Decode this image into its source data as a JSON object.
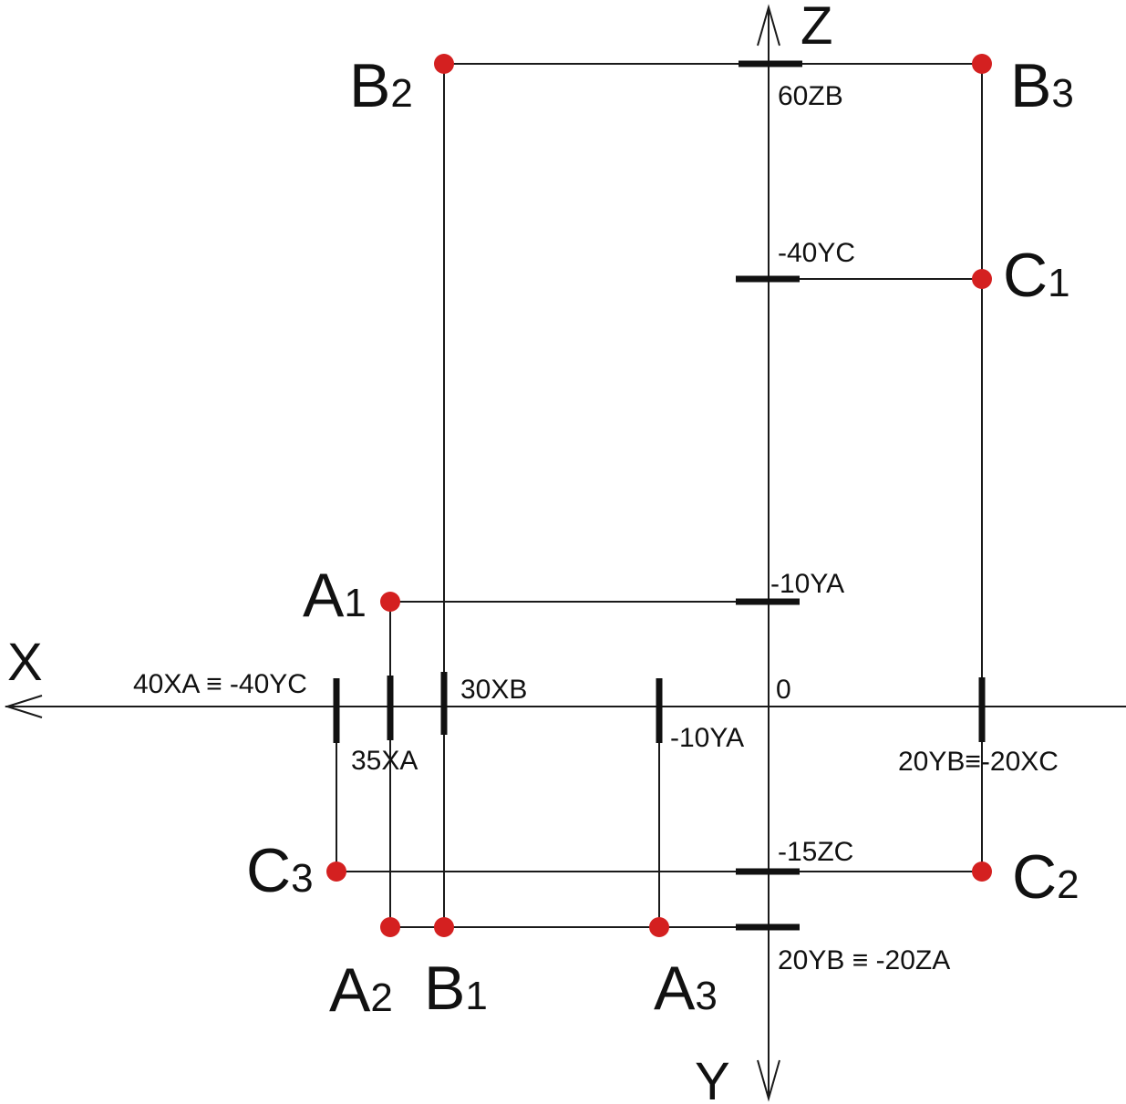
{
  "axes": {
    "x_label": "X",
    "y_label": "Y",
    "z_label": "Z",
    "origin_label": "0"
  },
  "points": {
    "A1": {
      "letter": "A",
      "index": "1"
    },
    "A2": {
      "letter": "A",
      "index": "2"
    },
    "A3": {
      "letter": "A",
      "index": "3"
    },
    "B1": {
      "letter": "B",
      "index": "1"
    },
    "B2": {
      "letter": "B",
      "index": "2"
    },
    "B3": {
      "letter": "B",
      "index": "3"
    },
    "C1": {
      "letter": "C",
      "index": "1"
    },
    "C2": {
      "letter": "C",
      "index": "2"
    },
    "C3": {
      "letter": "C",
      "index": "3"
    }
  },
  "tick_labels": {
    "zb_60": "60ZB",
    "yc_neg40": "-40YC",
    "ya_neg10_z": "-10YA",
    "xa_40": "40XA ≡ -40YC",
    "xb_30": "30XB",
    "xa_35": "35XA",
    "ya_neg10_x": "-10YA",
    "yb_xc": "20YB≡-20XC",
    "zc_neg15": "-15ZC",
    "yb_za": "20YB ≡ -20ZA"
  },
  "colors": {
    "point": "#d42020",
    "line": "#1a1a1a"
  }
}
